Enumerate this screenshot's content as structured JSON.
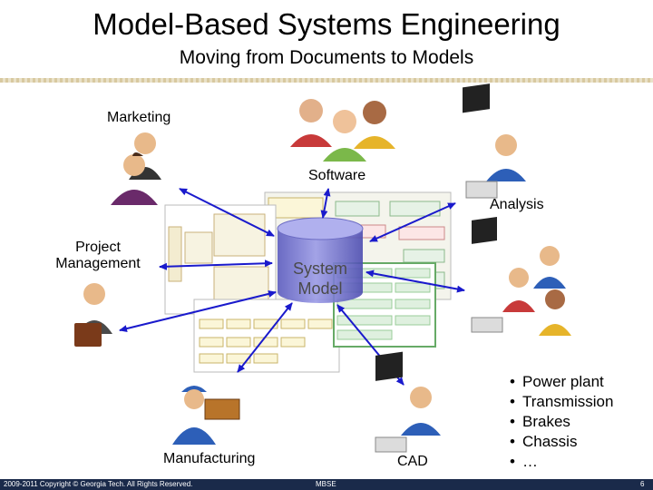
{
  "header": {
    "title": "Model-Based Systems Engineering",
    "subtitle": "Moving from Documents to Models"
  },
  "center": {
    "line1": "System",
    "line2": "Model"
  },
  "labels": {
    "marketing": "Marketing",
    "software": "Software",
    "analysis": "Analysis",
    "project_management_1": "Project",
    "project_management_2": "Management",
    "manufacturing": "Manufacturing",
    "cad": "CAD"
  },
  "bullets": [
    "Power plant",
    "Transmission",
    "Brakes",
    "Chassis",
    "…"
  ],
  "bullet_glyph": "•",
  "footer": {
    "copyright": "2009-2011 Copyright © Georgia Tech. All Rights Reserved.",
    "center": "MBSE",
    "page": "6"
  },
  "colors": {
    "rule": "#d8c9a0",
    "arrow": "#1a1acc",
    "cylinder": "#7b7bd0",
    "footer": "#1a2a4a"
  },
  "icons": [
    "person-icon",
    "group-icon",
    "workstation-icon",
    "worker-icon",
    "diagram-icon"
  ]
}
